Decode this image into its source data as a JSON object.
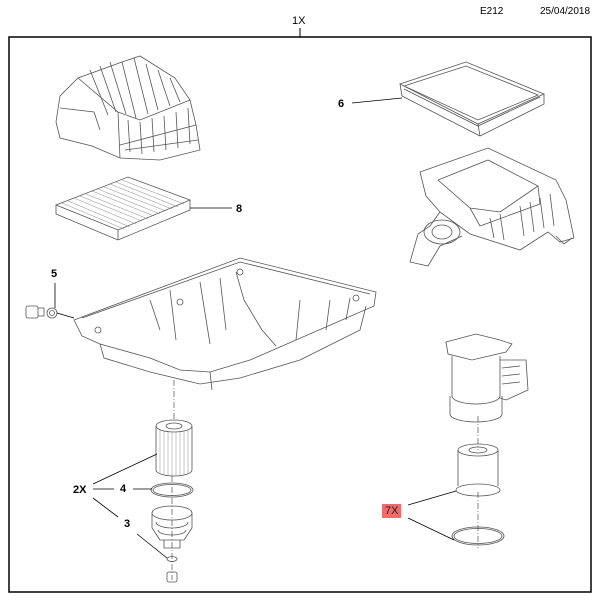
{
  "header": {
    "code": "E212",
    "date": "25/04/2018"
  },
  "assembly": {
    "quantity": "1X"
  },
  "callouts": {
    "air_filter": "6",
    "cabin_filter": "8",
    "drain_plug_seal": "5",
    "quantity_2x": "2X",
    "seal_4": "4",
    "seal_3": "3",
    "quantity_7x": "7X"
  },
  "colors": {
    "highlight": "#f26a6a",
    "line": "#000000",
    "art": "#555555"
  },
  "parts": [
    "hvac-blower-housing-icon",
    "air-filter-element-icon",
    "air-cleaner-housing-icon",
    "cabin-filter-icon",
    "oil-pan-icon",
    "drain-plug-icon",
    "oil-filter-element-icon",
    "oil-filter-cap-icon",
    "fuel-filter-housing-icon",
    "fuel-filter-element-icon"
  ]
}
